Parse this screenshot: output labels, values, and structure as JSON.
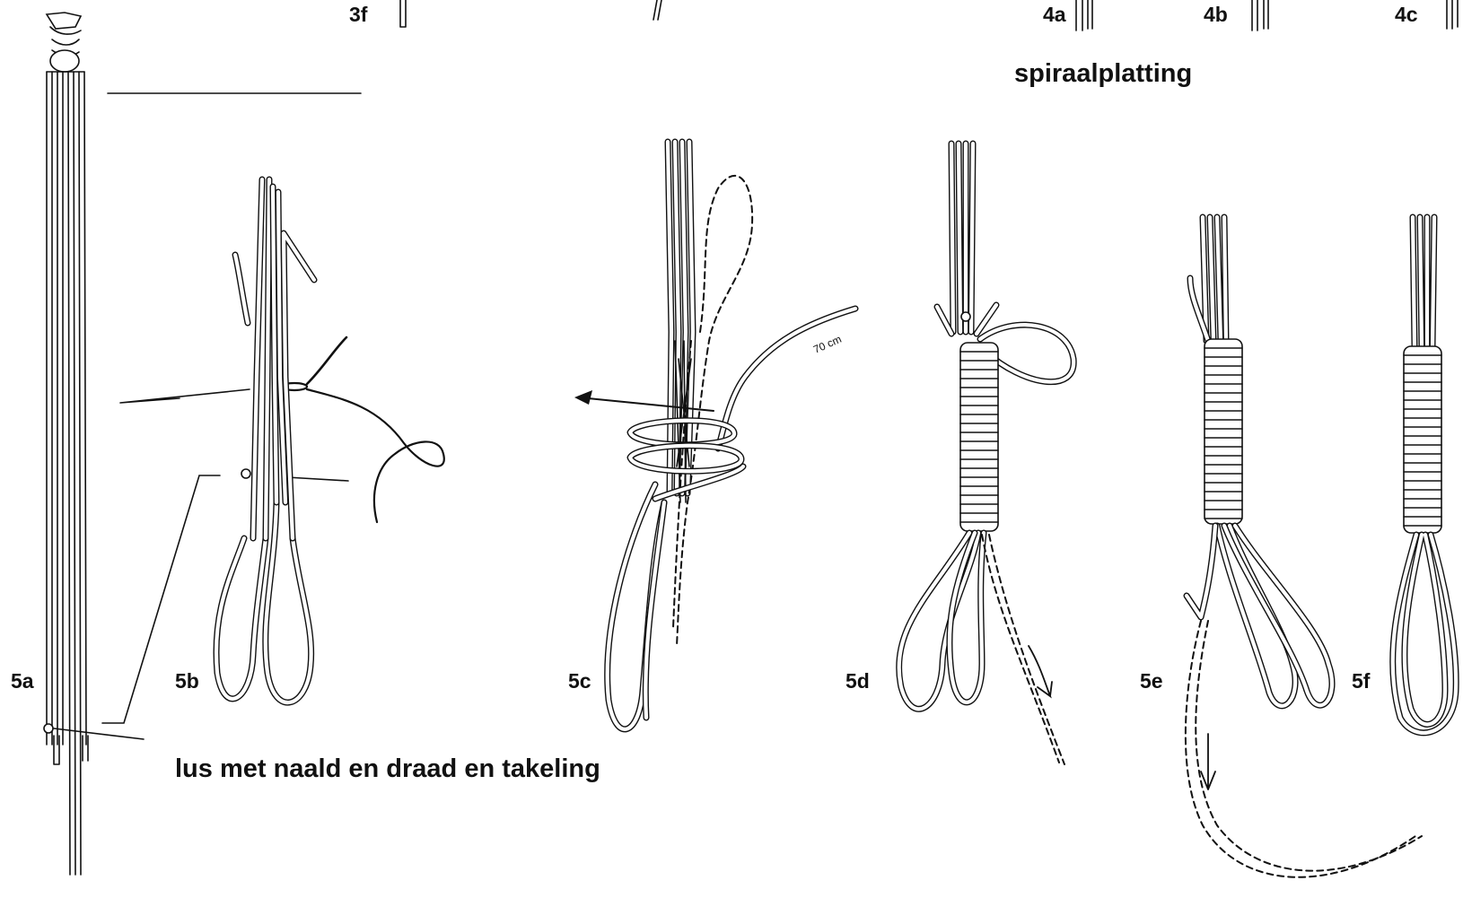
{
  "labels": {
    "l3f": "3f",
    "l4a": "4a",
    "l4b": "4b",
    "l4c": "4c",
    "l5a": "5a",
    "l5b": "5b",
    "l5c": "5c",
    "l5d": "5d",
    "l5e": "5e",
    "l5f": "5f"
  },
  "headings": {
    "spiral": "spiraalplatting",
    "loop": "lus met naald en draad en takeling"
  },
  "annotations": {
    "length": "70 cm"
  }
}
